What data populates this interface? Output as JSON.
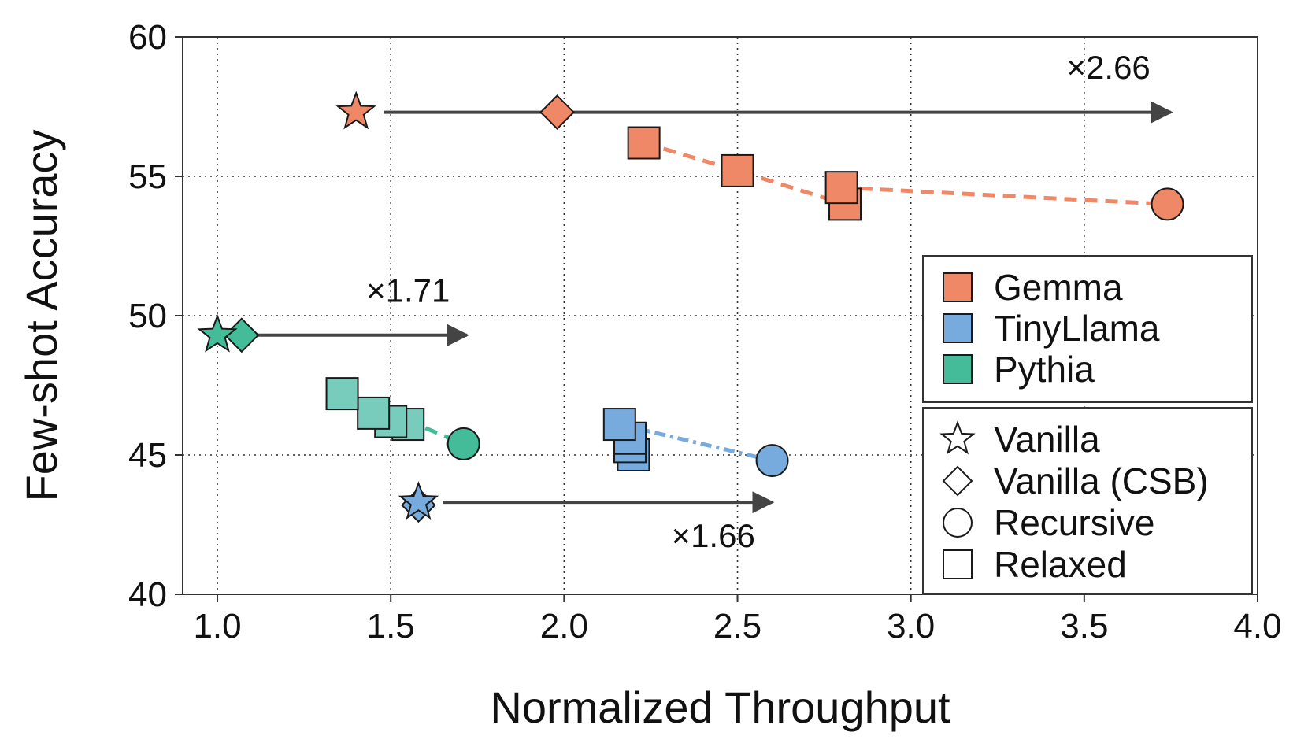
{
  "chart_data": {
    "type": "scatter",
    "xlabel": "Normalized Throughput",
    "ylabel": "Few-shot Accuracy",
    "xlim": [
      0.9,
      4.0
    ],
    "ylim": [
      40,
      60
    ],
    "x_ticks": [
      1.0,
      1.5,
      2.0,
      2.5,
      3.0,
      3.5,
      4.0
    ],
    "x_tick_labels": [
      "1.0",
      "1.5",
      "2.0",
      "2.5",
      "3.0",
      "3.5",
      "4.0"
    ],
    "y_ticks": [
      40,
      45,
      50,
      55,
      60
    ],
    "y_tick_labels": [
      "40",
      "45",
      "50",
      "55",
      "60"
    ],
    "grid": "dotted",
    "legend_placement": "right",
    "series": [
      {
        "name": "Gemma",
        "color": "#ee8866",
        "light_color": "#ee8866",
        "vanilla": {
          "x": 1.4,
          "y": 57.3
        },
        "vanilla_csb": {
          "x": 1.98,
          "y": 57.3
        },
        "relaxed": [
          {
            "x": 2.23,
            "y": 56.2
          },
          {
            "x": 2.5,
            "y": 55.2
          },
          {
            "x": 2.81,
            "y": 54.0
          },
          {
            "x": 2.8,
            "y": 54.6
          }
        ],
        "recursive": {
          "x": 3.74,
          "y": 54.0
        }
      },
      {
        "name": "TinyLlama",
        "color": "#77aadd",
        "light_color": "#77aadd",
        "vanilla": {
          "x": 1.58,
          "y": 43.3
        },
        "vanilla_csb": {
          "x": 1.58,
          "y": 43.2
        },
        "relaxed": [
          {
            "x": 2.2,
            "y": 45.0
          },
          {
            "x": 2.19,
            "y": 45.3
          },
          {
            "x": 2.19,
            "y": 45.6
          },
          {
            "x": 2.16,
            "y": 46.1
          }
        ],
        "recursive": {
          "x": 2.6,
          "y": 44.8
        }
      },
      {
        "name": "Pythia",
        "color": "#44bb99",
        "light_color": "#77ccbb",
        "vanilla": {
          "x": 1.0,
          "y": 49.3
        },
        "vanilla_csb": {
          "x": 1.07,
          "y": 49.3
        },
        "relaxed": [
          {
            "x": 1.55,
            "y": 46.1
          },
          {
            "x": 1.5,
            "y": 46.2
          },
          {
            "x": 1.45,
            "y": 46.5
          },
          {
            "x": 1.36,
            "y": 47.2
          }
        ],
        "recursive": {
          "x": 1.71,
          "y": 45.4
        }
      }
    ],
    "annotations": [
      {
        "text": "×2.66",
        "from": {
          "x": 1.48,
          "y": 57.3
        },
        "to": {
          "x": 3.75,
          "y": 57.3
        },
        "label_pos": {
          "x": 3.57,
          "y": 58.5
        }
      },
      {
        "text": "×1.71",
        "from": {
          "x": 1.1,
          "y": 49.3
        },
        "to": {
          "x": 1.72,
          "y": 49.3
        },
        "label_pos": {
          "x": 1.55,
          "y": 50.5
        }
      },
      {
        "text": "×1.66",
        "from": {
          "x": 1.65,
          "y": 43.3
        },
        "to": {
          "x": 2.6,
          "y": 43.3
        },
        "label_pos": {
          "x": 2.43,
          "y": 41.7
        }
      }
    ],
    "legend_models": [
      "Gemma",
      "TinyLlama",
      "Pythia"
    ],
    "legend_markers": [
      {
        "shape": "star",
        "label": "Vanilla"
      },
      {
        "shape": "diamond",
        "label": "Vanilla (CSB)"
      },
      {
        "shape": "circle",
        "label": "Recursive"
      },
      {
        "shape": "square",
        "label": "Relaxed"
      }
    ]
  }
}
